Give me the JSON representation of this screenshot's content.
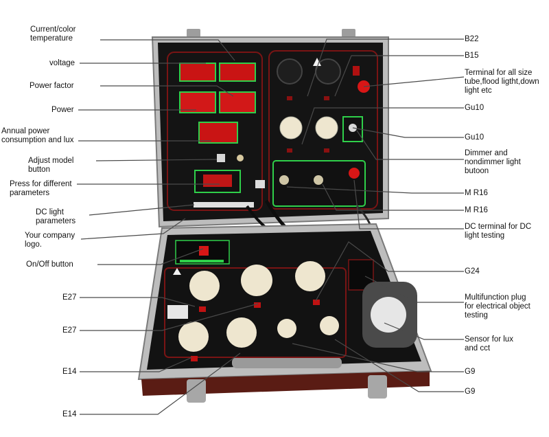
{
  "labels_left": [
    {
      "id": "current-color-temperature",
      "text": "Current/color\ntemperature"
    },
    {
      "id": "voltage",
      "text": "voltage"
    },
    {
      "id": "power-factor",
      "text": "Power factor"
    },
    {
      "id": "power",
      "text": "Power"
    },
    {
      "id": "annual-power",
      "text": "Annual power\nconsumption and lux"
    },
    {
      "id": "adjust-model-button",
      "text": "Adjust model\nbutton"
    },
    {
      "id": "press-different-parameters",
      "text": "Press for different\nparameters"
    },
    {
      "id": "dc-light-parameters",
      "text": "DC light\nparameters"
    },
    {
      "id": "company-logo",
      "text": "Your company\nlogo."
    },
    {
      "id": "on-off-button",
      "text": "On/Off button"
    },
    {
      "id": "e27-a",
      "text": "E27"
    },
    {
      "id": "e27-b",
      "text": "E27"
    },
    {
      "id": "e14-a",
      "text": "E14"
    },
    {
      "id": "e14-b",
      "text": "E14"
    }
  ],
  "labels_right": [
    {
      "id": "b22",
      "text": "B22"
    },
    {
      "id": "b15",
      "text": "B15"
    },
    {
      "id": "terminal-all-size",
      "text": "Terminal for all size\ntube,flood ligtht,down\nlight etc"
    },
    {
      "id": "gu10-a",
      "text": "Gu10"
    },
    {
      "id": "gu10-b",
      "text": "Gu10"
    },
    {
      "id": "dimmer",
      "text": "Dimmer and\nnondimmer light\nbutoon"
    },
    {
      "id": "mr16-a",
      "text": "M R16"
    },
    {
      "id": "mr16-b",
      "text": "M R16"
    },
    {
      "id": "dc-terminal",
      "text": "DC terminal for DC\nlight testing"
    },
    {
      "id": "g24",
      "text": "G24"
    },
    {
      "id": "multifunction-plug",
      "text": "Multifunction plug\nfor electrical object\ntesting"
    },
    {
      "id": "sensor",
      "text": "Sensor for lux\nand cct"
    },
    {
      "id": "g9-a",
      "text": "G9"
    },
    {
      "id": "g9-b",
      "text": "G9"
    }
  ],
  "colors": {
    "case_frame": "#b9b9b9",
    "panel_black": "#121212",
    "display_red": "#d01818",
    "panel_green": "#2fd04a",
    "leader_line": "#4a4a4a",
    "socket_cream": "#eee6cf"
  }
}
